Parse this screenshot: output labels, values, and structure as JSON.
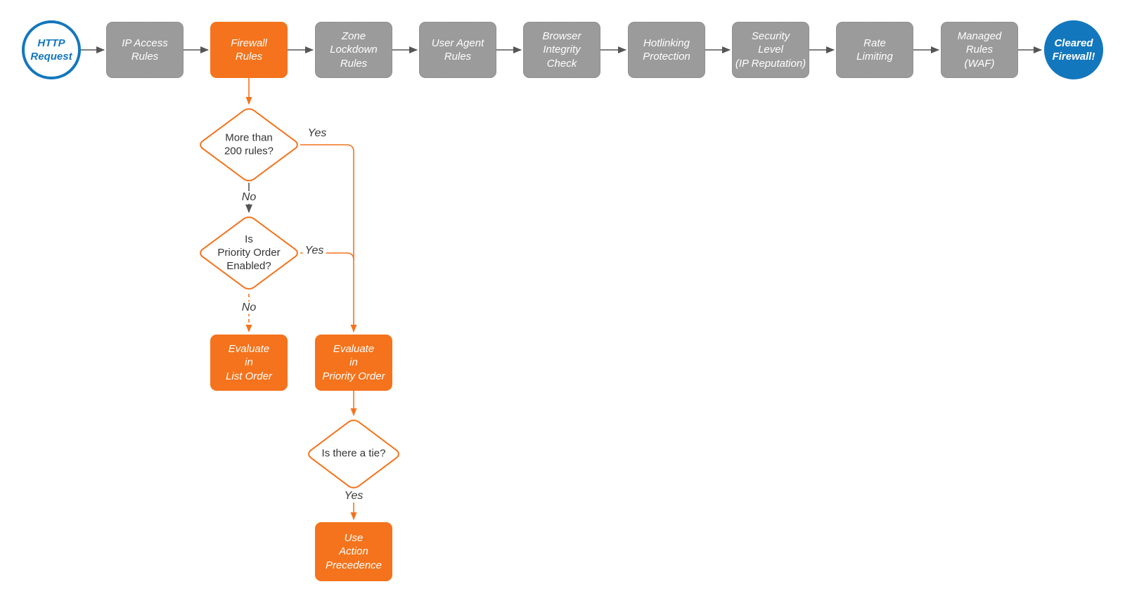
{
  "colors": {
    "accent-orange": "#F4731C",
    "node-gray": "#9B9B9B",
    "node-gray-border": "#828282",
    "accent-blue": "#1377BD",
    "edge-gray": "#555555",
    "label-dark": "#3A3A3A"
  },
  "flow": {
    "start": {
      "label": "HTTP\nRequest"
    },
    "pipeline": [
      {
        "label": "IP Access\nRules"
      },
      {
        "label": "Firewall\nRules",
        "highlighted": true
      },
      {
        "label": "Zone\nLockdown\nRules"
      },
      {
        "label": "User Agent\nRules"
      },
      {
        "label": "Browser\nIntegrity\nCheck"
      },
      {
        "label": "Hotlinking\nProtection"
      },
      {
        "label": "Security\nLevel\n(IP Reputation)"
      },
      {
        "label": "Rate\nLimiting"
      },
      {
        "label": "Managed\nRules\n(WAF)"
      }
    ],
    "end": {
      "label": "Cleared\nFirewall!"
    },
    "decisions": [
      {
        "label": "More than\n200 rules?",
        "yes_label": "Yes",
        "no_label": "No"
      },
      {
        "label": "Is\nPriority Order\nEnabled?",
        "yes_label": "Yes",
        "no_label": "No"
      },
      {
        "label": "Is there a tie?",
        "yes_label": "Yes"
      }
    ],
    "actions": [
      {
        "label": "Evaluate\nin\nList Order"
      },
      {
        "label": "Evaluate\nin\nPriority Order"
      },
      {
        "label": "Use\nAction\nPrecedence"
      }
    ]
  }
}
